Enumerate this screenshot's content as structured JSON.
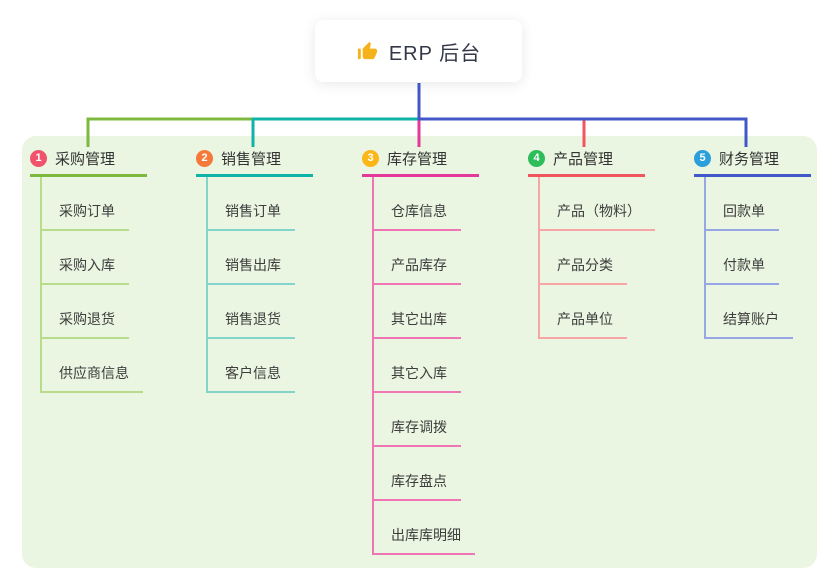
{
  "root": {
    "label": "ERP 后台",
    "icon": "thumbs-up-icon",
    "icon_color": "#F6B21B",
    "connector_color": "#4257C8"
  },
  "panel": {
    "background_color": "#EAF5E2"
  },
  "branches": [
    {
      "number": "1",
      "label": "采购管理",
      "badge_color": "#F0536B",
      "line_color": "#7CB93E",
      "light_line_color": "#B9DC8C",
      "children": [
        "采购订单",
        "采购入库",
        "采购退货",
        "供应商信息"
      ]
    },
    {
      "number": "2",
      "label": "销售管理",
      "badge_color": "#F5793B",
      "line_color": "#10B3A8",
      "light_line_color": "#82D4CC",
      "children": [
        "销售订单",
        "销售出库",
        "销售退货",
        "客户信息"
      ]
    },
    {
      "number": "3",
      "label": "库存管理",
      "badge_color": "#FBB717",
      "line_color": "#E2399A",
      "light_line_color": "#F075B5",
      "children": [
        "仓库信息",
        "产品库存",
        "其它出库",
        "其它入库",
        "库存调拨",
        "库存盘点",
        "出库库明细"
      ]
    },
    {
      "number": "4",
      "label": "产品管理",
      "badge_color": "#2DBD5B",
      "line_color": "#F0565E",
      "light_line_color": "#F7A6A6",
      "children": [
        "产品（物料）",
        "产品分类",
        "产品单位"
      ]
    },
    {
      "number": "5",
      "label": "财务管理",
      "badge_color": "#2B9FD9",
      "line_color": "#4257C8",
      "light_line_color": "#97A6E4",
      "children": [
        "回款单",
        "付款单",
        "结算账户"
      ]
    }
  ]
}
